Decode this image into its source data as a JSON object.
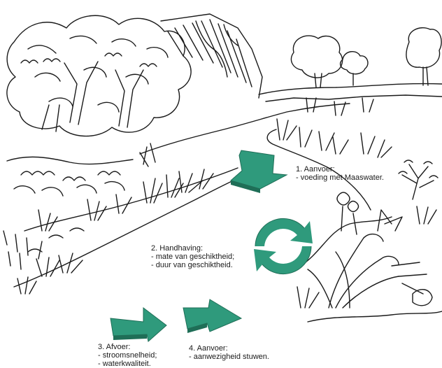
{
  "colors": {
    "accent": "#2f9a7c",
    "accent_dark": "#1f6e57",
    "ink": "#1a1a1a",
    "background": "#ffffff"
  },
  "labels": {
    "aanvoer_1": {
      "title": "1. Aanvoer:",
      "lines": [
        "- voeding met Maaswater."
      ]
    },
    "handhaving": {
      "title": "2. Handhaving:",
      "lines": [
        "- mate van geschiktheid;",
        "- duur van geschiktheid."
      ]
    },
    "afvoer": {
      "title": "3. Afvoer:",
      "lines": [
        "- stroomsnelheid;",
        "- waterkwaliteit."
      ]
    },
    "aanvoer_4": {
      "title": "4. Aanvoer:",
      "lines": [
        "- aanwezigheid stuwen."
      ]
    }
  },
  "icons": {
    "arrow_inflow_1": "arrow-down-right-icon",
    "cycle": "cycle-arrows-icon",
    "arrow_outflow_3": "arrow-down-right-icon",
    "arrow_inflow_4": "arrow-up-right-icon"
  }
}
